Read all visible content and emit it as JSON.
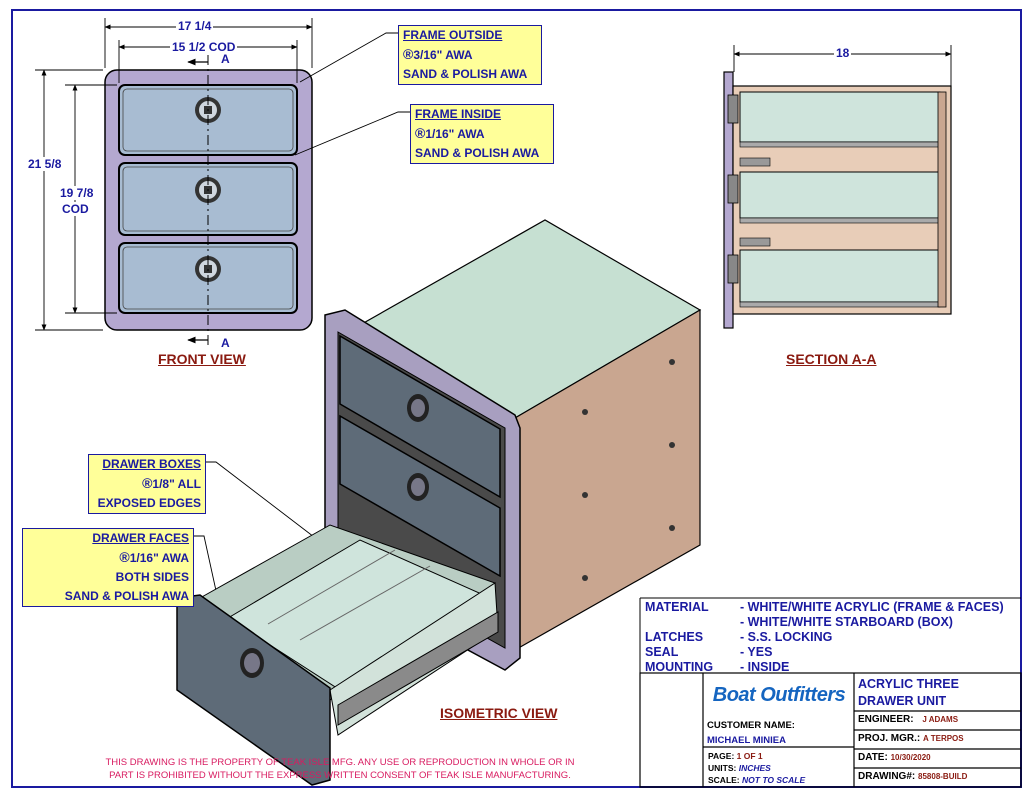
{
  "dimensions": {
    "overall_width": "17 1/4",
    "cod_width": "15 1/2 COD",
    "overall_height": "21 5/8",
    "cod_height_line1": "19 7/8",
    "cod_height_line2": "COD",
    "depth": "18",
    "section_mark": "A"
  },
  "callouts": {
    "frame_outside": {
      "title": "FRAME OUTSIDE",
      "line1": "3/16\" AWA",
      "line2": "SAND & POLISH AWA"
    },
    "frame_inside": {
      "title": "FRAME INSIDE",
      "line1": "1/16\" AWA",
      "line2": "SAND & POLISH AWA"
    },
    "drawer_boxes": {
      "title": "DRAWER BOXES",
      "line1": "1/8\" ALL",
      "line2": "EXPOSED EDGES"
    },
    "drawer_faces": {
      "title": "DRAWER FACES",
      "line1": "1/16\" AWA",
      "line2": "BOTH SIDES",
      "line3": "SAND & POLISH AWA"
    },
    "radius_symbol": "®"
  },
  "views": {
    "front": "FRONT VIEW",
    "section": "SECTION A-A",
    "isometric": "ISOMETRIC VIEW"
  },
  "specs": {
    "material_label": "MATERIAL",
    "material_value1": "- WHITE/WHITE ACRYLIC (FRAME & FACES)",
    "material_value2": "- WHITE/WHITE STARBOARD (BOX)",
    "latches_label": "LATCHES",
    "latches_value": "- S.S. LOCKING",
    "seal_label": "SEAL",
    "seal_value": "- YES",
    "mounting_label": "MOUNTING",
    "mounting_value": "- INSIDE"
  },
  "title_block": {
    "logo_text": "Boat Outfitters",
    "title_line1": "ACRYLIC THREE",
    "title_line2": "DRAWER UNIT",
    "customer_label": "CUSTOMER NAME:",
    "customer_value": "MICHAEL MINIEA",
    "engineer_label": "ENGINEER:",
    "engineer_value": "J ADAMS",
    "proj_mgr_label": "PROJ. MGR.:",
    "proj_mgr_value": "A TERPOS",
    "page_label": "PAGE:",
    "page_value": "1 OF 1",
    "units_label": "UNITS:",
    "units_value": "INCHES",
    "scale_label": "SCALE:",
    "scale_value": "NOT TO SCALE",
    "date_label": "DATE:",
    "date_value": "10/30/2020",
    "drawing_label": "DRAWING#:",
    "drawing_value": "85808-BUILD"
  },
  "notice": {
    "line1": "THIS DRAWING IS THE PROPERTY OF TEAK ISLE MFG.  ANY USE OR REPRODUCTION IN WHOLE OR IN",
    "line2": "PART IS PROHIBITED WITHOUT THE EXPRESS WRITTEN CONSENT OF TEAK ISLE MANUFACTURING."
  },
  "colors": {
    "border": "#1a1aa0",
    "frame": "#b4a8d0",
    "drawer_front": "#a8bcd2",
    "top_face": "#c6e0d2",
    "side_face": "#c9a690",
    "callout_bg": "#ffff99",
    "dimension_text": "#1a1aa0",
    "view_title": "#8a1a10",
    "notice_text": "#d81b60"
  }
}
